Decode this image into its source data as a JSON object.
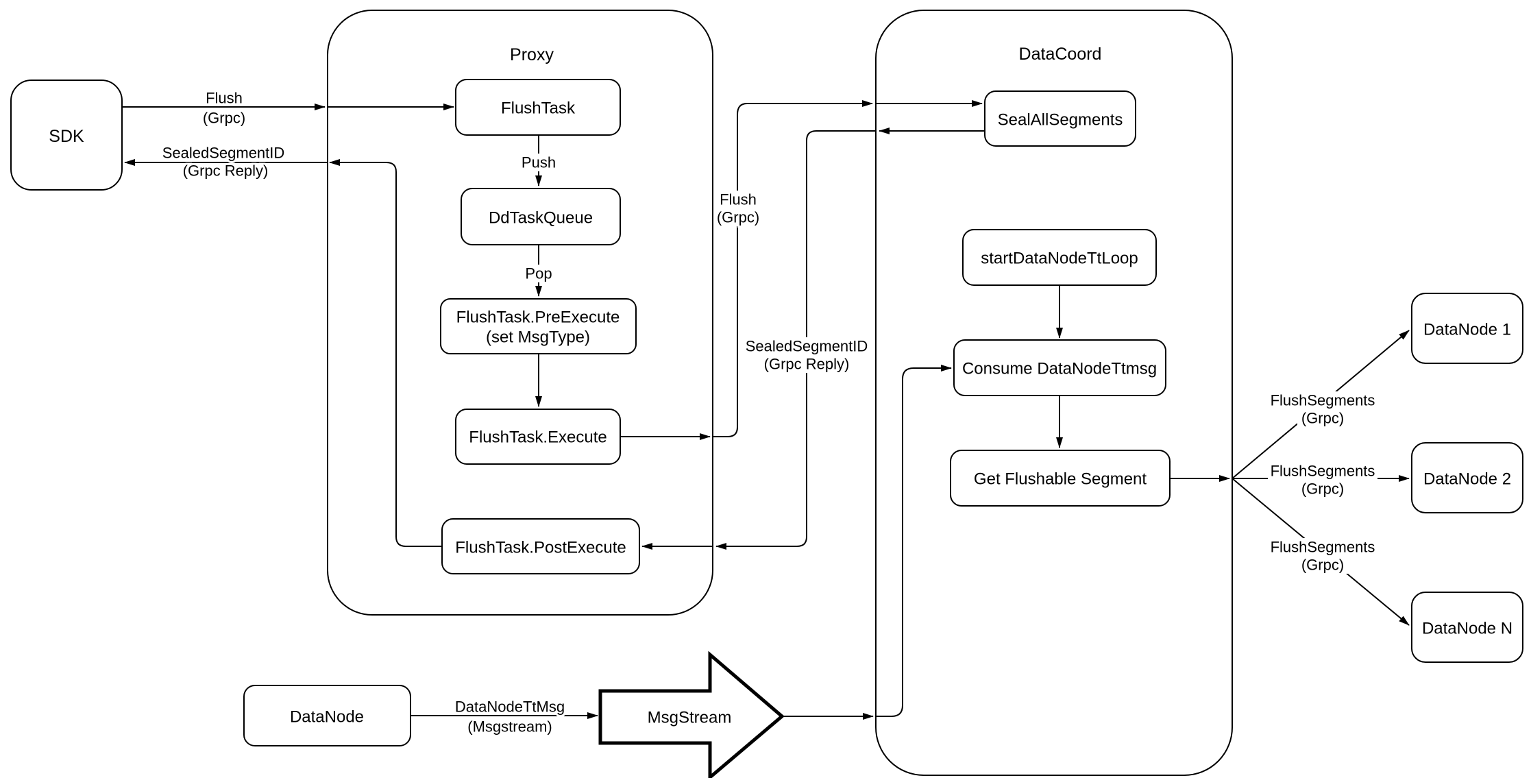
{
  "colors": {
    "stroke": "#000000",
    "background": "#ffffff",
    "text": "#000000"
  },
  "containers": {
    "proxy": {
      "label": "Proxy"
    },
    "datacoord": {
      "label": "DataCoord"
    }
  },
  "nodes": {
    "sdk": {
      "label": "SDK"
    },
    "flushtask": {
      "label": "FlushTask"
    },
    "ddtaskqueue": {
      "label": "DdTaskQueue"
    },
    "preexecute": {
      "label_line1": "FlushTask.PreExecute",
      "label_line2": "(set MsgType)"
    },
    "execute": {
      "label": "FlushTask.Execute"
    },
    "postexecute": {
      "label": "FlushTask.PostExecute"
    },
    "sealallsegments": {
      "label": "SealAllSegments"
    },
    "startdatanodettloop": {
      "label": "startDataNodeTtLoop"
    },
    "consumedatanodettmsg": {
      "label": "Consume DataNodeTtmsg"
    },
    "getflushablesegment": {
      "label": "Get Flushable Segment"
    },
    "datanode1": {
      "label": "DataNode 1"
    },
    "datanode2": {
      "label": "DataNode 2"
    },
    "datanoden": {
      "label": "DataNode N"
    },
    "datanode": {
      "label": "DataNode"
    },
    "msgstream": {
      "label": "MsgStream"
    }
  },
  "edge_labels": {
    "flush_sdk": {
      "line1": "Flush",
      "line2": "(Grpc)"
    },
    "sealed_sdk": {
      "line1": "SealedSegmentID",
      "line2": "(Grpc Reply)"
    },
    "push": {
      "line1": "Push"
    },
    "pop": {
      "line1": "Pop"
    },
    "flush_mid": {
      "line1": "Flush",
      "line2": "(Grpc)"
    },
    "sealed_mid": {
      "line1": "SealedSegmentID",
      "line2": "(Grpc Reply)"
    },
    "flushsegments_1": {
      "line1": "FlushSegments",
      "line2": "(Grpc)"
    },
    "flushsegments_2": {
      "line1": "FlushSegments",
      "line2": "(Grpc)"
    },
    "flushsegments_3": {
      "line1": "FlushSegments",
      "line2": "(Grpc)"
    },
    "datanodettmsg": {
      "line1": "DataNodeTtMsg",
      "line2": "(Msgstream)"
    }
  }
}
